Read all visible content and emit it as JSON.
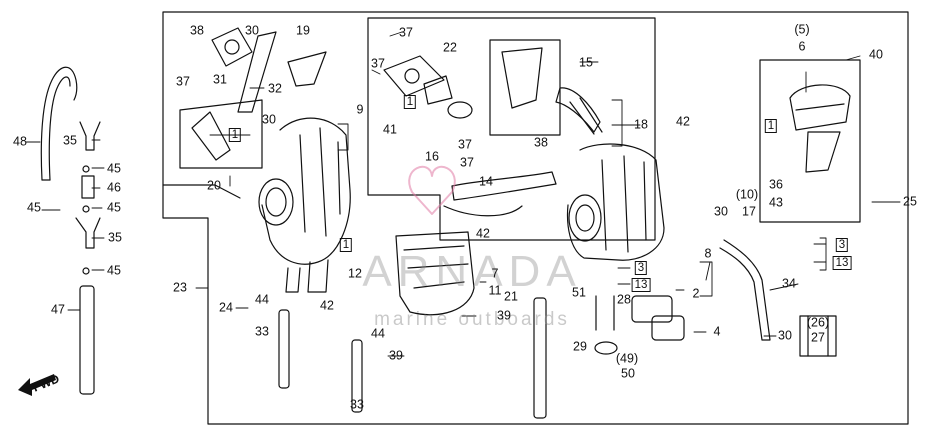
{
  "watermark": {
    "brand": "ARNADA",
    "tagline": "marine outboards",
    "accent_color": "#e07aa4"
  },
  "direction_label": "FWD",
  "callouts": [
    {
      "id": "48",
      "text": "48"
    },
    {
      "id": "35a",
      "text": "35"
    },
    {
      "id": "45a",
      "text": "45"
    },
    {
      "id": "46",
      "text": "46"
    },
    {
      "id": "45b",
      "text": "45"
    },
    {
      "id": "45c",
      "text": "45"
    },
    {
      "id": "35b",
      "text": "35"
    },
    {
      "id": "45d",
      "text": "45"
    },
    {
      "id": "47",
      "text": "47"
    },
    {
      "id": "38a",
      "text": "38"
    },
    {
      "id": "30a",
      "text": "30"
    },
    {
      "id": "19",
      "text": "19"
    },
    {
      "id": "31",
      "text": "31"
    },
    {
      "id": "32",
      "text": "32"
    },
    {
      "id": "37a",
      "text": "37"
    },
    {
      "id": "30b",
      "text": "30"
    },
    {
      "id": "20",
      "text": "20"
    },
    {
      "id": "9",
      "text": "9"
    },
    {
      "id": "41",
      "text": "41"
    },
    {
      "id": "37b",
      "text": "37"
    },
    {
      "id": "37c",
      "text": "37"
    },
    {
      "id": "22",
      "text": "22"
    },
    {
      "id": "15",
      "text": "15"
    },
    {
      "id": "18",
      "text": "18"
    },
    {
      "id": "42a",
      "text": "42"
    },
    {
      "id": "37d",
      "text": "37"
    },
    {
      "id": "16",
      "text": "16"
    },
    {
      "id": "38b",
      "text": "38"
    },
    {
      "id": "37e",
      "text": "37"
    },
    {
      "id": "14",
      "text": "14"
    },
    {
      "id": "5p",
      "text": "(5)"
    },
    {
      "id": "6",
      "text": "6"
    },
    {
      "id": "40",
      "text": "40"
    },
    {
      "id": "25",
      "text": "25"
    },
    {
      "id": "10p",
      "text": "(10)"
    },
    {
      "id": "36",
      "text": "36"
    },
    {
      "id": "17",
      "text": "17"
    },
    {
      "id": "43",
      "text": "43"
    },
    {
      "id": "30c",
      "text": "30"
    },
    {
      "id": "42b",
      "text": "42"
    },
    {
      "id": "8",
      "text": "8"
    },
    {
      "id": "2",
      "text": "2"
    },
    {
      "id": "34",
      "text": "34"
    },
    {
      "id": "3a",
      "text": "3"
    },
    {
      "id": "13a",
      "text": "13"
    },
    {
      "id": "3b",
      "text": "3"
    },
    {
      "id": "13b",
      "text": "13"
    },
    {
      "id": "26p",
      "text": "(26)"
    },
    {
      "id": "27",
      "text": "27"
    },
    {
      "id": "30d",
      "text": "30"
    },
    {
      "id": "4",
      "text": "4"
    },
    {
      "id": "23",
      "text": "23"
    },
    {
      "id": "24",
      "text": "24"
    },
    {
      "id": "44a",
      "text": "44"
    },
    {
      "id": "42c",
      "text": "42"
    },
    {
      "id": "12",
      "text": "12"
    },
    {
      "id": "44b",
      "text": "44"
    },
    {
      "id": "33a",
      "text": "33"
    },
    {
      "id": "33b",
      "text": "33"
    },
    {
      "id": "39a",
      "text": "39"
    },
    {
      "id": "39b",
      "text": "39"
    },
    {
      "id": "7",
      "text": "7"
    },
    {
      "id": "11",
      "text": "11"
    },
    {
      "id": "21",
      "text": "21"
    },
    {
      "id": "51",
      "text": "51"
    },
    {
      "id": "28",
      "text": "28"
    },
    {
      "id": "29",
      "text": "29"
    },
    {
      "id": "49p",
      "text": "(49)"
    },
    {
      "id": "50",
      "text": "50"
    },
    {
      "id": "1a",
      "text": "1"
    },
    {
      "id": "1b",
      "text": "1"
    },
    {
      "id": "1c",
      "text": "1"
    },
    {
      "id": "1d",
      "text": "1"
    }
  ]
}
